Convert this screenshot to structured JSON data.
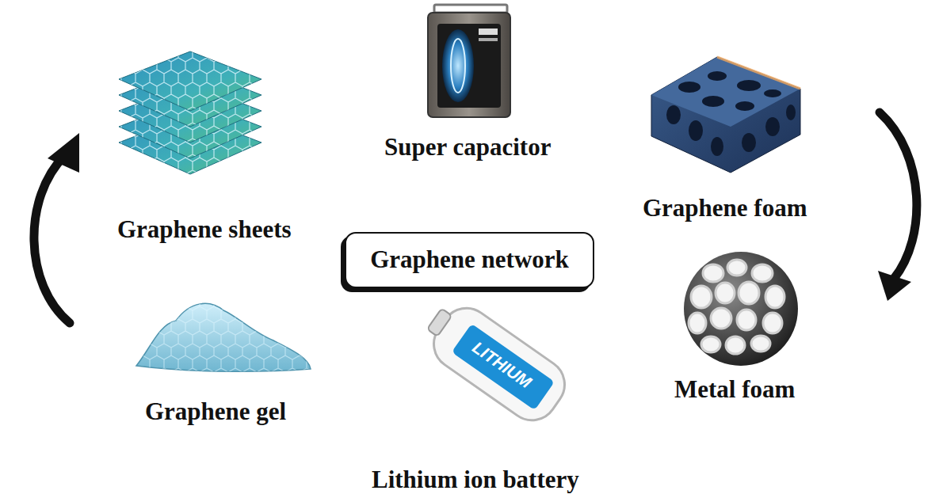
{
  "diagram": {
    "nodes": [
      {
        "text": [
          "Graphene network"
        ]
      }
    ],
    "labels": [
      "Super capacitor",
      "Graphene sheets",
      "Graphene foam",
      "Graphene gel",
      "Metal foam",
      "Lithium ion battery",
      "LITHIUM"
    ]
  }
}
